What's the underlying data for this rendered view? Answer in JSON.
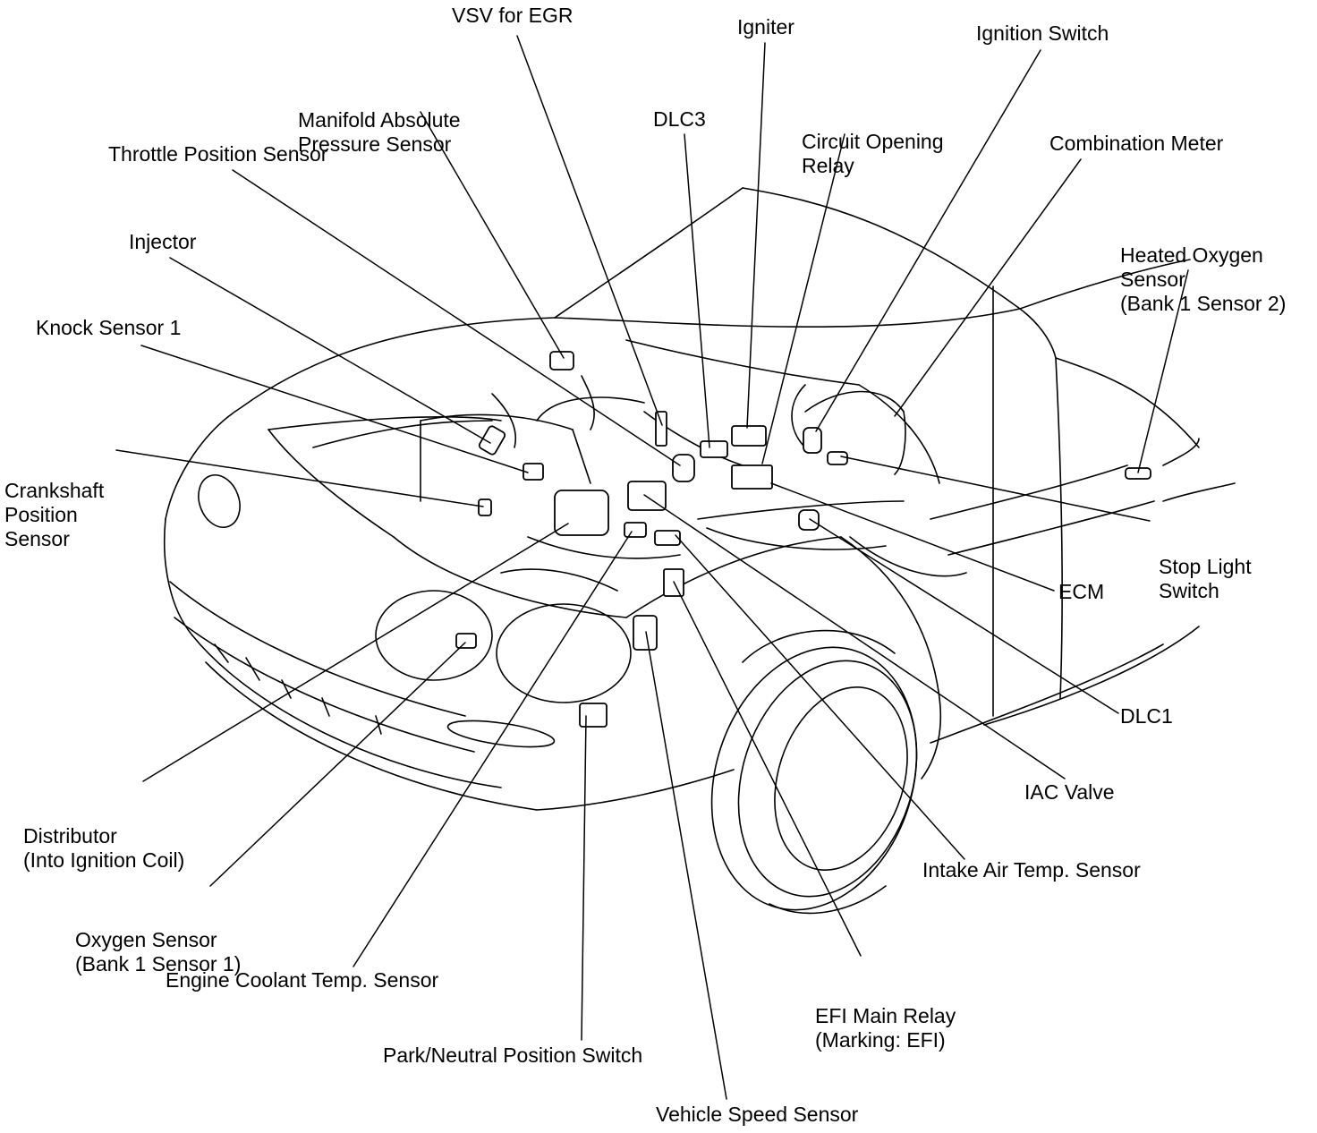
{
  "labels": {
    "vsv_egr": [
      "VSV for EGR"
    ],
    "igniter": [
      "Igniter"
    ],
    "ignition_switch": [
      "Ignition Switch"
    ],
    "map_sensor": [
      "Manifold Absolute",
      "Pressure Sensor"
    ],
    "circuit_opening_relay": [
      "Circuit Opening",
      "Relay"
    ],
    "dlc3": [
      "DLC3"
    ],
    "combination_meter": [
      "Combination Meter"
    ],
    "throttle_position_sensor": [
      "Throttle Position Sensor"
    ],
    "heated_oxygen_sensor": [
      "Heated Oxygen",
      "Sensor",
      "(Bank 1 Sensor 2)"
    ],
    "injector": [
      "Injector"
    ],
    "knock_sensor": [
      "Knock Sensor 1"
    ],
    "crankshaft_position_sensor": [
      "Crankshaft",
      "Position",
      "Sensor"
    ],
    "stop_light_switch": [
      "Stop Light",
      "Switch"
    ],
    "ecm": [
      "ECM"
    ],
    "dlc1": [
      "DLC1"
    ],
    "distributor": [
      "Distributor",
      "(Into Ignition Coil)"
    ],
    "iac_valve": [
      "IAC Valve"
    ],
    "intake_air_temp_sensor": [
      "Intake Air Temp. Sensor"
    ],
    "oxygen_sensor": [
      "Oxygen Sensor",
      "(Bank 1 Sensor 1)"
    ],
    "engine_coolant_temp_sensor": [
      "Engine Coolant Temp. Sensor"
    ],
    "efi_main_relay": [
      "EFI Main Relay",
      "(Marking: EFI)"
    ],
    "park_neutral_switch": [
      "Park/Neutral Position Switch"
    ],
    "vehicle_speed_sensor": [
      "Vehicle Speed Sensor"
    ]
  }
}
